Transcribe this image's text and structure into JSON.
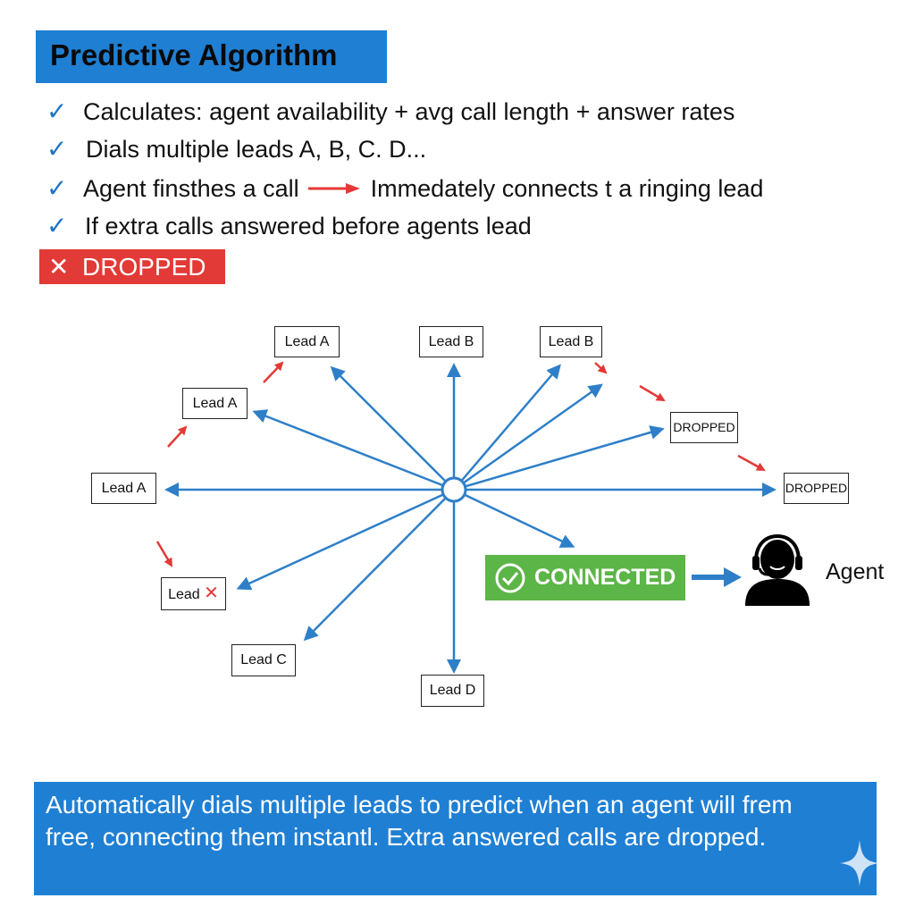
{
  "title": "Predictive Algorithm",
  "bullets": [
    {
      "text": "Calculates: agent availability + avg call length + answer rates"
    },
    {
      "text": "Dials multiple leads A, B, C. D..."
    },
    {
      "text_before": "Agent finsthes a call",
      "text_after": "Immedately connects t a ringing lead"
    },
    {
      "text": "If extra calls answered before agents lead"
    }
  ],
  "dropped_badge": {
    "icon": "x-icon",
    "label": "DROPPED"
  },
  "diagram": {
    "hub_icon": "circle-hub",
    "nodes": {
      "lead_a_top": "Lead A",
      "lead_b_top": "Lead B",
      "lead_b_right": "Lead B",
      "lead_a_upper_left": "Lead A",
      "lead_a_left": "Lead A",
      "dropped_1": "DROPPED",
      "dropped_2": "DROPPED",
      "lead_x": "Lead",
      "lead_x_mark": "✕",
      "lead_c": "Lead C",
      "lead_d": "Lead D"
    },
    "connected_label": "CONNECTED",
    "agent_label": "Agent",
    "colors": {
      "arrow": "#2e7fc8",
      "accent_red": "#e23a36",
      "connected_green": "#5cb547"
    }
  },
  "footer": {
    "line1": "Automatically dials multiple leads to predict when an agent will frem",
    "line2": "free, connecting them instantl.  Extra answered calls are dropped."
  },
  "colors": {
    "brand_blue": "#1f7fd3",
    "check_blue": "#1e73c4",
    "red": "#e23a36",
    "green": "#5cb547"
  }
}
